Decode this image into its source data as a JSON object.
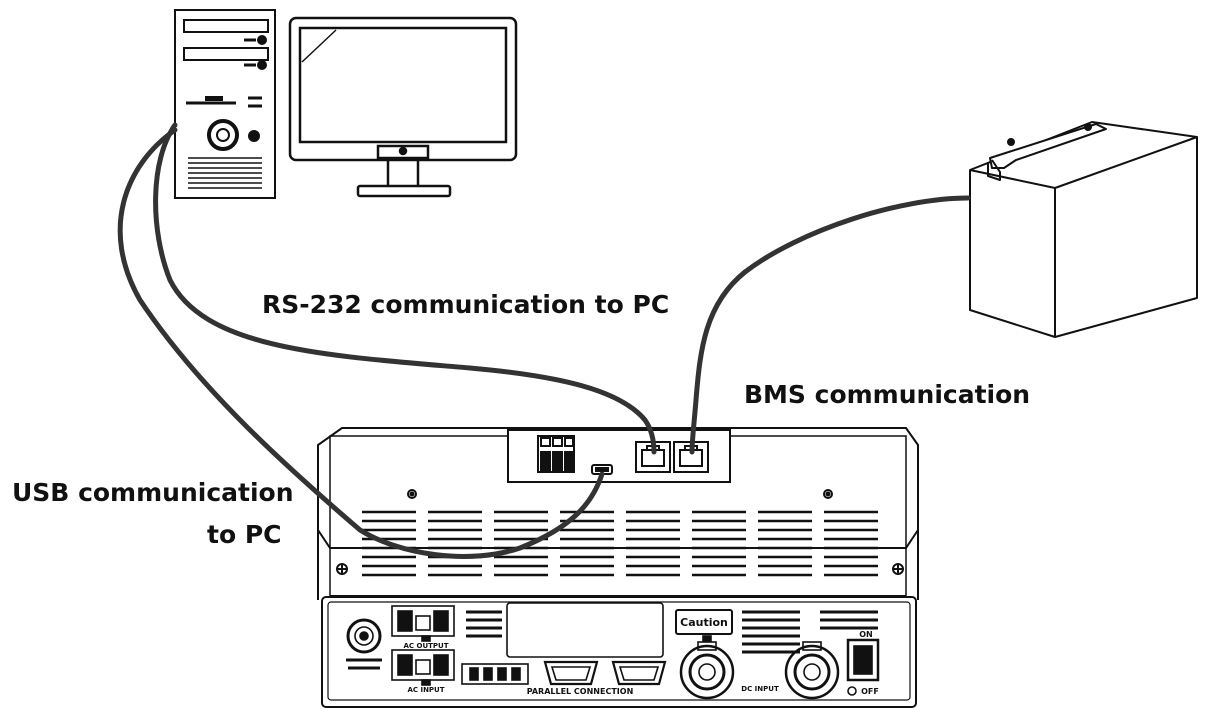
{
  "labels": {
    "rs232": "RS-232 communication to PC",
    "bms": "BMS communication",
    "usb_line1": "USB communication",
    "usb_line2": "to PC"
  },
  "panel": {
    "caution": "Caution",
    "ac_output": "AC OUTPUT",
    "ac_input": "AC INPUT",
    "parallel": "PARALLEL CONNECTION",
    "dc_input": "DC INPUT",
    "on": "ON",
    "off": "OFF"
  },
  "colors": {
    "line": "#111111",
    "cable": "#333333",
    "background": "#ffffff"
  }
}
